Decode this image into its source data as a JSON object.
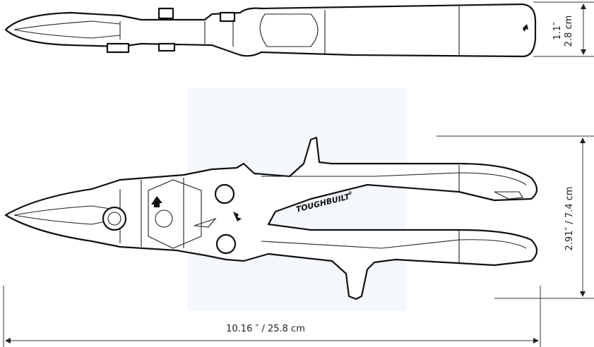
{
  "brand": "TOUGHBUILT",
  "brand_mark": "®",
  "dimensions": {
    "thickness_in": "1.1″",
    "thickness_cm": "2.8 cm",
    "height": "2.91″  /  7.4 cm",
    "length": "10.16 ″  /  25.8 cm"
  },
  "colors": {
    "line": "#111111",
    "background": "#ffffff",
    "panel": "#f4f7fb"
  }
}
